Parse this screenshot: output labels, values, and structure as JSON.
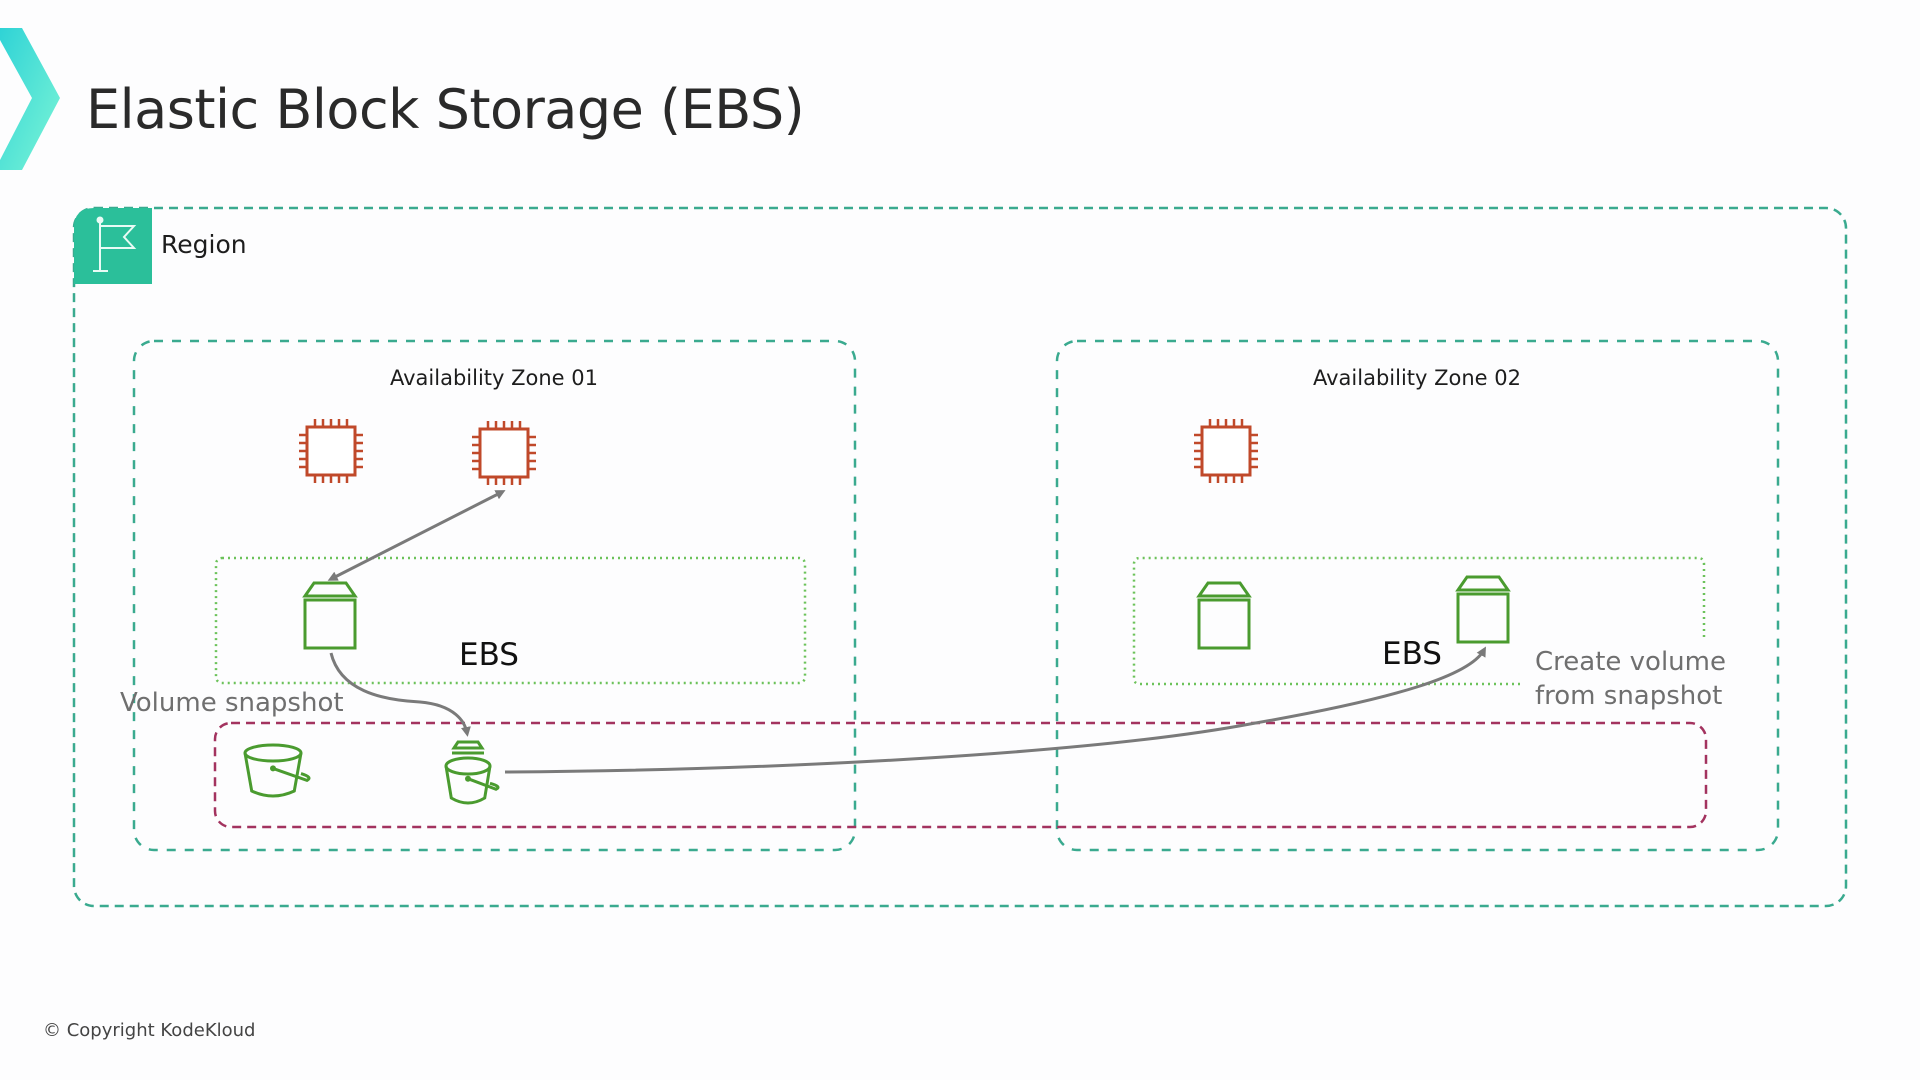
{
  "title": "Elastic Block Storage (EBS)",
  "region": {
    "label": "Region",
    "icon": "flag-icon",
    "badge_color": "#2bbf9a"
  },
  "availability_zones": [
    {
      "label": "Availability Zone 01",
      "ebs_label": "EBS",
      "instances": 2,
      "volumes": 1
    },
    {
      "label": "Availability Zone 02",
      "ebs_label": "EBS",
      "instances": 1,
      "volumes": 2
    }
  ],
  "snapshot": {
    "label": "Volume snapshot",
    "buckets": 2
  },
  "create_volume": {
    "line1": "Create volume",
    "line2": "from snapshot"
  },
  "colors": {
    "region_border": "#3aaa8f",
    "ebs_border": "#6cc25a",
    "snapshot_border": "#a3335f",
    "instance": "#c0492a",
    "volume": "#4a9b2f",
    "arrow": "#7a7a7a"
  },
  "footer": {
    "copyright": "© Copyright KodeKloud"
  }
}
